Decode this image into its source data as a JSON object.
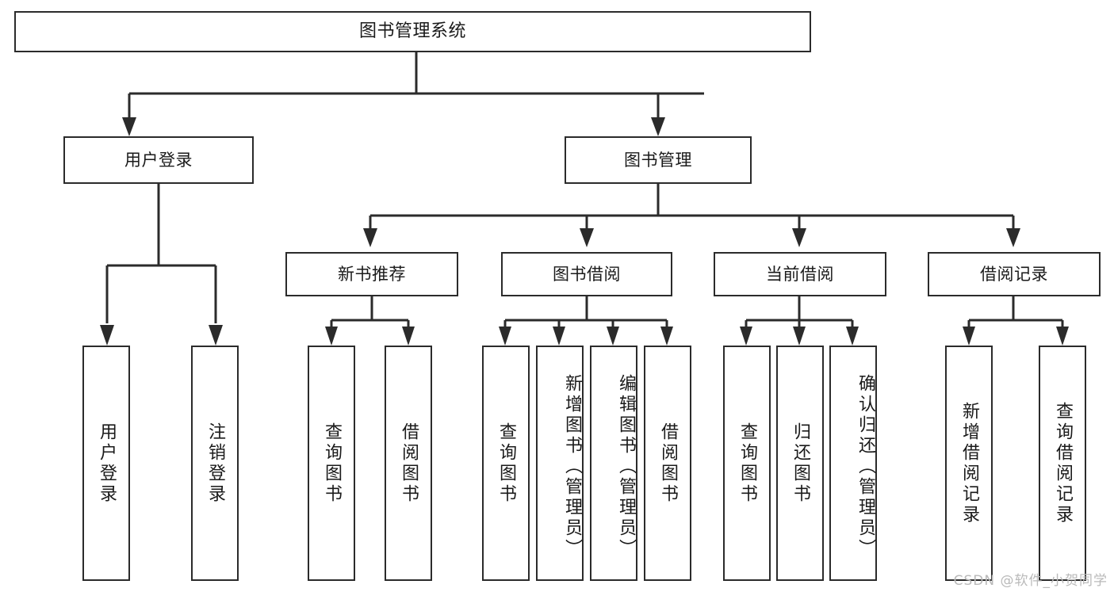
{
  "diagram": {
    "title": "图书管理系统",
    "watermark": "CSDN @软件_小贺同学",
    "line_color": "#2b2b2b",
    "box_fill": "#ffffff",
    "text_color": "#1a1a1a",
    "root": {
      "label": "图书管理系统"
    },
    "level1": [
      {
        "label": "用户登录"
      },
      {
        "label": "图书管理"
      }
    ],
    "level2": [
      {
        "label": "新书推荐"
      },
      {
        "label": "图书借阅"
      },
      {
        "label": "当前借阅"
      },
      {
        "label": "借阅记录"
      }
    ],
    "leaves": {
      "user_login": [
        {
          "label": "用户登录"
        },
        {
          "label": "注销登录"
        }
      ],
      "new_book_recommend": [
        {
          "label": "查询图书"
        },
        {
          "label": "借阅图书"
        }
      ],
      "book_borrow": [
        {
          "label": "查询图书"
        },
        {
          "label": "新增图书（管理员）"
        },
        {
          "label": "编辑图书（管理员）"
        },
        {
          "label": "借阅图书"
        }
      ],
      "current_borrow": [
        {
          "label": "查询图书"
        },
        {
          "label": "归还图书"
        },
        {
          "label": "确认归还（管理员）"
        }
      ],
      "borrow_record": [
        {
          "label": "新增借阅记录"
        },
        {
          "label": "查询借阅记录"
        }
      ]
    }
  }
}
